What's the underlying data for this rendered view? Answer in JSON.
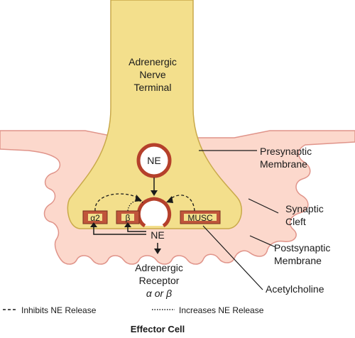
{
  "labels": {
    "terminal": [
      "Adrenergic",
      "Nerve",
      "Terminal"
    ],
    "vesicle": "NE",
    "released": "NE",
    "alpha2": "α2",
    "beta": "β",
    "musc": "MUSC",
    "presynaptic": [
      "Presynaptic",
      "Membrane"
    ],
    "cleft": [
      "Synaptic",
      "Cleft"
    ],
    "postsynaptic": [
      "Postsynaptic",
      "Membrane"
    ],
    "acetylcholine": "Acetylcholine",
    "receptor": [
      "Adrenergic",
      "Receptor",
      "α or β"
    ],
    "effector": "Effector Cell"
  },
  "legend": {
    "inhibits": "Inhibits NE Release",
    "increases": "Increases NE Release"
  },
  "colors": {
    "terminal_fill": "#f3df8c",
    "terminal_stroke": "#c9a94a",
    "cell_fill": "#fcd8cc",
    "cell_stroke": "#e0948a",
    "vesicle_stroke": "#b5402b",
    "receptor_fill": "#c0553b"
  }
}
